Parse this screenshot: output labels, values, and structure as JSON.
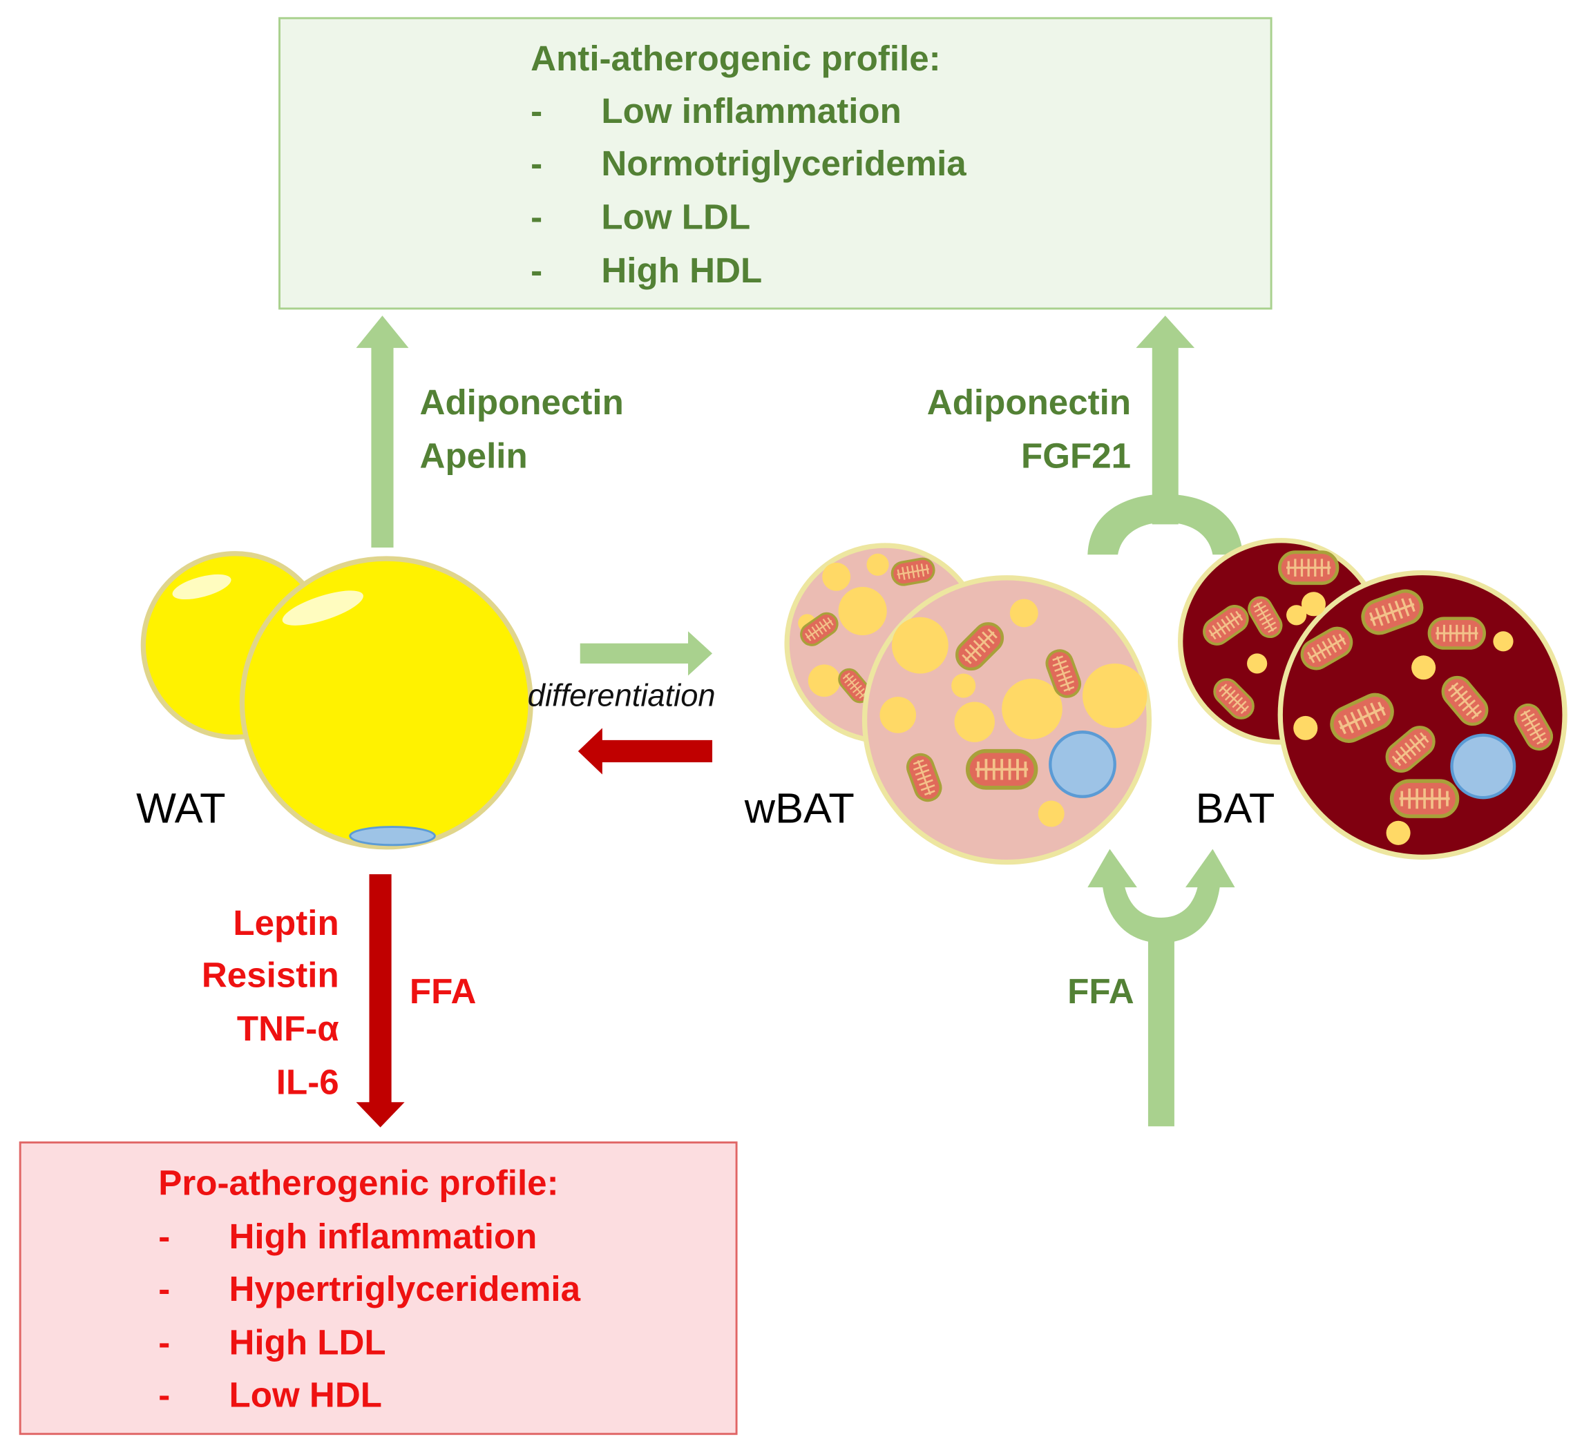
{
  "anti_profile": {
    "title": "Anti-atherogenic profile:",
    "items": [
      "Low inflammation",
      "Normotriglyceridemia",
      "Low LDL",
      "High HDL"
    ],
    "bullet": "-"
  },
  "pro_profile": {
    "title": "Pro-atherogenic profile:",
    "items": [
      "High inflammation",
      "Hypertriglyceridemia",
      "High LDL",
      "Low HDL"
    ],
    "bullet": "-"
  },
  "wat_up_labels": [
    "Adiponectin",
    "Apelin"
  ],
  "bat_up_labels": [
    "Adiponectin",
    "FGF21"
  ],
  "wat_down_labels": [
    "Leptin",
    "Resistin",
    "TNF-α",
    "IL-6"
  ],
  "wat_down_ffa": "FFA",
  "bat_in_ffa": "FFA",
  "differentiation": "differentiation",
  "cells": {
    "wat": "WAT",
    "wbat": "wBAT",
    "bat": "BAT"
  },
  "colors": {
    "green_text": "#538135",
    "green_arrow": "#a9d18e",
    "red_text": "#ee1111",
    "red_arrow": "#c00000",
    "wat_fill": "#fff200",
    "wbat_fill": "#ebbcb3",
    "bat_fill": "#800010"
  }
}
